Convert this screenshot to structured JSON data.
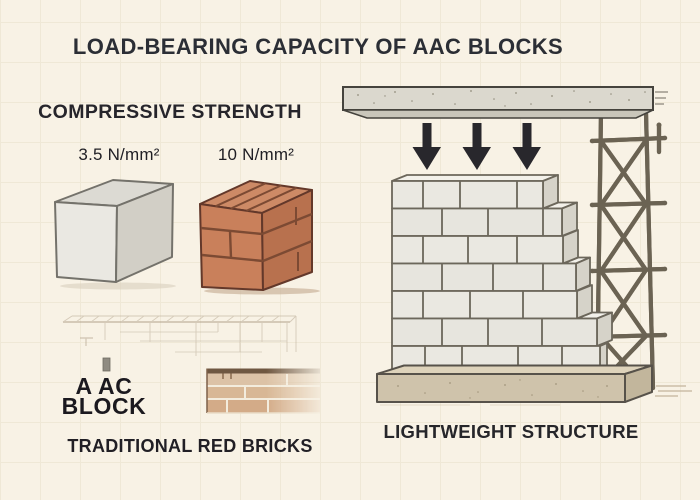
{
  "title": "LOAD-BEARING CAPACITY OF AAC BLOCKS",
  "comparison": {
    "heading": "COMPRESSIVE STRENGTH",
    "aac": {
      "value": "3.5 N/mm²",
      "label_line1": "A AC",
      "label_line2": "BLOCK"
    },
    "brick": {
      "value": "10 N/mm²",
      "label": "TRADITIONAL RED BRICKS"
    }
  },
  "structure": {
    "caption": "LIGHTWEIGHT STRUCTURE"
  },
  "icons": {
    "aac_block": "aac-block-illustration",
    "red_brick_stack": "red-brick-stack-illustration",
    "brick_wall_patch": "brick-wall-patch-illustration",
    "background_sketch": "faint-beam-sketch",
    "concrete_beam": "concrete-beam-illustration",
    "load_arrows": "load-arrow-icon",
    "block_wall": "aac-block-wall-illustration",
    "foundation": "foundation-slab-illustration",
    "scaffold": "scaffold-tower-illustration"
  },
  "palette": {
    "background": "#f8f2e5",
    "grid_line": "#efe8d6",
    "ink": "#26252b",
    "arrow": "#28272c",
    "aac_block_face": "#eae8e2",
    "brick_face": "#c9805b",
    "brick_mortar": "#7c4a33",
    "wall_block": "#eae8e1",
    "wall_joint": "#6c675b",
    "beam_concrete": "#dbd8ce",
    "foundation_tan": "#cfc3ab",
    "scaffold_metal": "#6b6353"
  }
}
